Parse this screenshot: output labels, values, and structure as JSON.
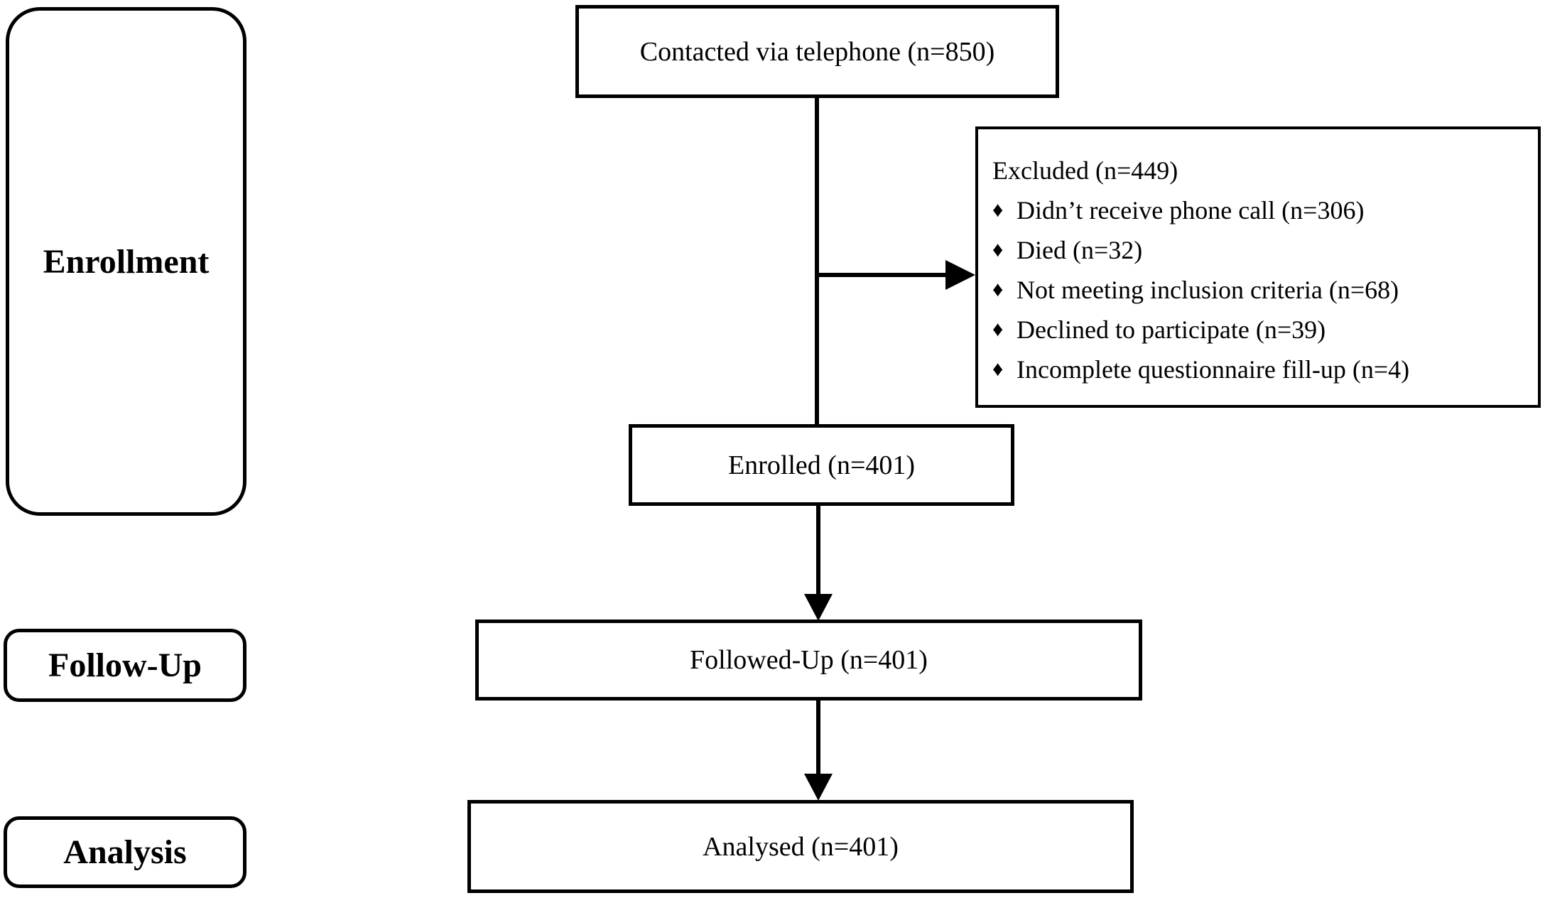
{
  "diagram": {
    "type": "consort-flowchart",
    "colors": {
      "line": "#000000",
      "background": "#ffffff",
      "text": "#000000"
    },
    "stage_labels": {
      "enrollment": "Enrollment",
      "follow_up": "Follow-Up",
      "analysis": "Analysis"
    },
    "boxes": {
      "contacted": {
        "text": "Contacted via telephone (n=850)"
      },
      "excluded": {
        "header": "Excluded (n=449)",
        "bullet": "♦",
        "items": [
          "Didn’t receive phone call (n=306)",
          "Died (n=32)",
          "Not meeting inclusion criteria (n=68)",
          "Declined to participate (n=39)",
          "Incomplete questionnaire fill-up (n=4)"
        ]
      },
      "enrolled": {
        "text": "Enrolled (n=401)"
      },
      "followed_up": {
        "text": "Followed-Up (n=401)"
      },
      "analysed": {
        "text": "Analysed (n=401)"
      }
    }
  }
}
